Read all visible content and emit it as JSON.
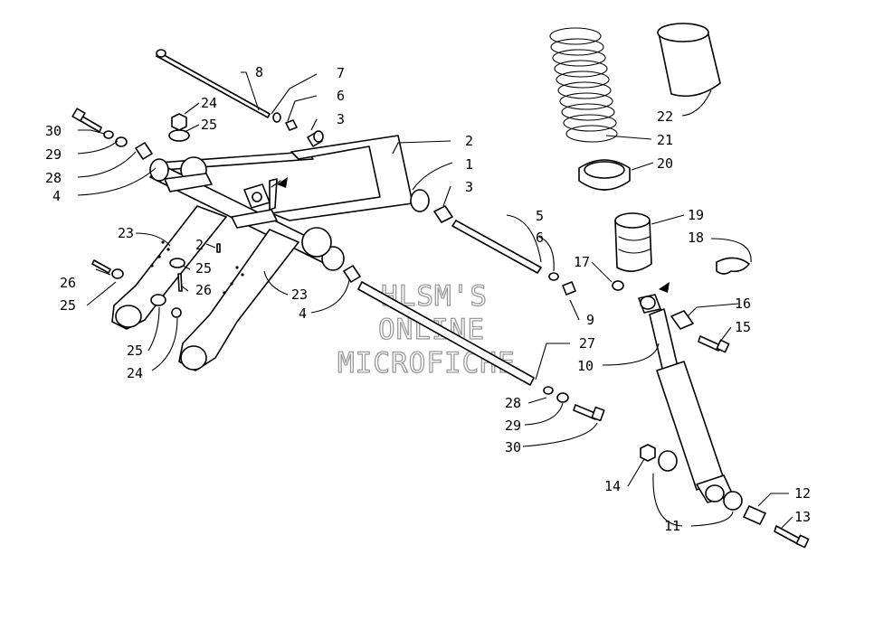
{
  "watermark": {
    "line1": "HLSM'S",
    "line2": "ONLINE",
    "line3": "MICROFICHE",
    "color": "#999999"
  },
  "callouts": [
    "1",
    "2",
    "3",
    "4",
    "5",
    "6",
    "7",
    "8",
    "9",
    "10",
    "11",
    "12",
    "13",
    "14",
    "15",
    "16",
    "17",
    "18",
    "19",
    "20",
    "21",
    "22",
    "23",
    "24",
    "25",
    "26",
    "27",
    "28",
    "29",
    "30"
  ],
  "label_instances": {
    "c30a": "30",
    "c29a": "29",
    "c28a": "28",
    "c4a": "4",
    "c24a": "24",
    "c25a": "25",
    "c8": "8",
    "c7": "7",
    "c6a": "6",
    "c3a": "3",
    "c2a": "2",
    "c1": "1",
    "c3b": "3",
    "c5": "5",
    "c6b": "6",
    "c9": "9",
    "c23a": "23",
    "c2b": "2",
    "c25b": "25",
    "c26a": "26",
    "c25c": "25",
    "c26b": "26",
    "c25d": "25",
    "c24b": "24",
    "c23b": "23",
    "c4b": "4",
    "c27": "27",
    "c28b": "28",
    "c29b": "29",
    "c30b": "30",
    "c22": "22",
    "c21": "21",
    "c20": "20",
    "c19": "19",
    "c18": "18",
    "c17": "17",
    "c16": "16",
    "c15": "15",
    "c10": "10",
    "c14": "14",
    "c11": "11",
    "c12": "12",
    "c13": "13"
  }
}
